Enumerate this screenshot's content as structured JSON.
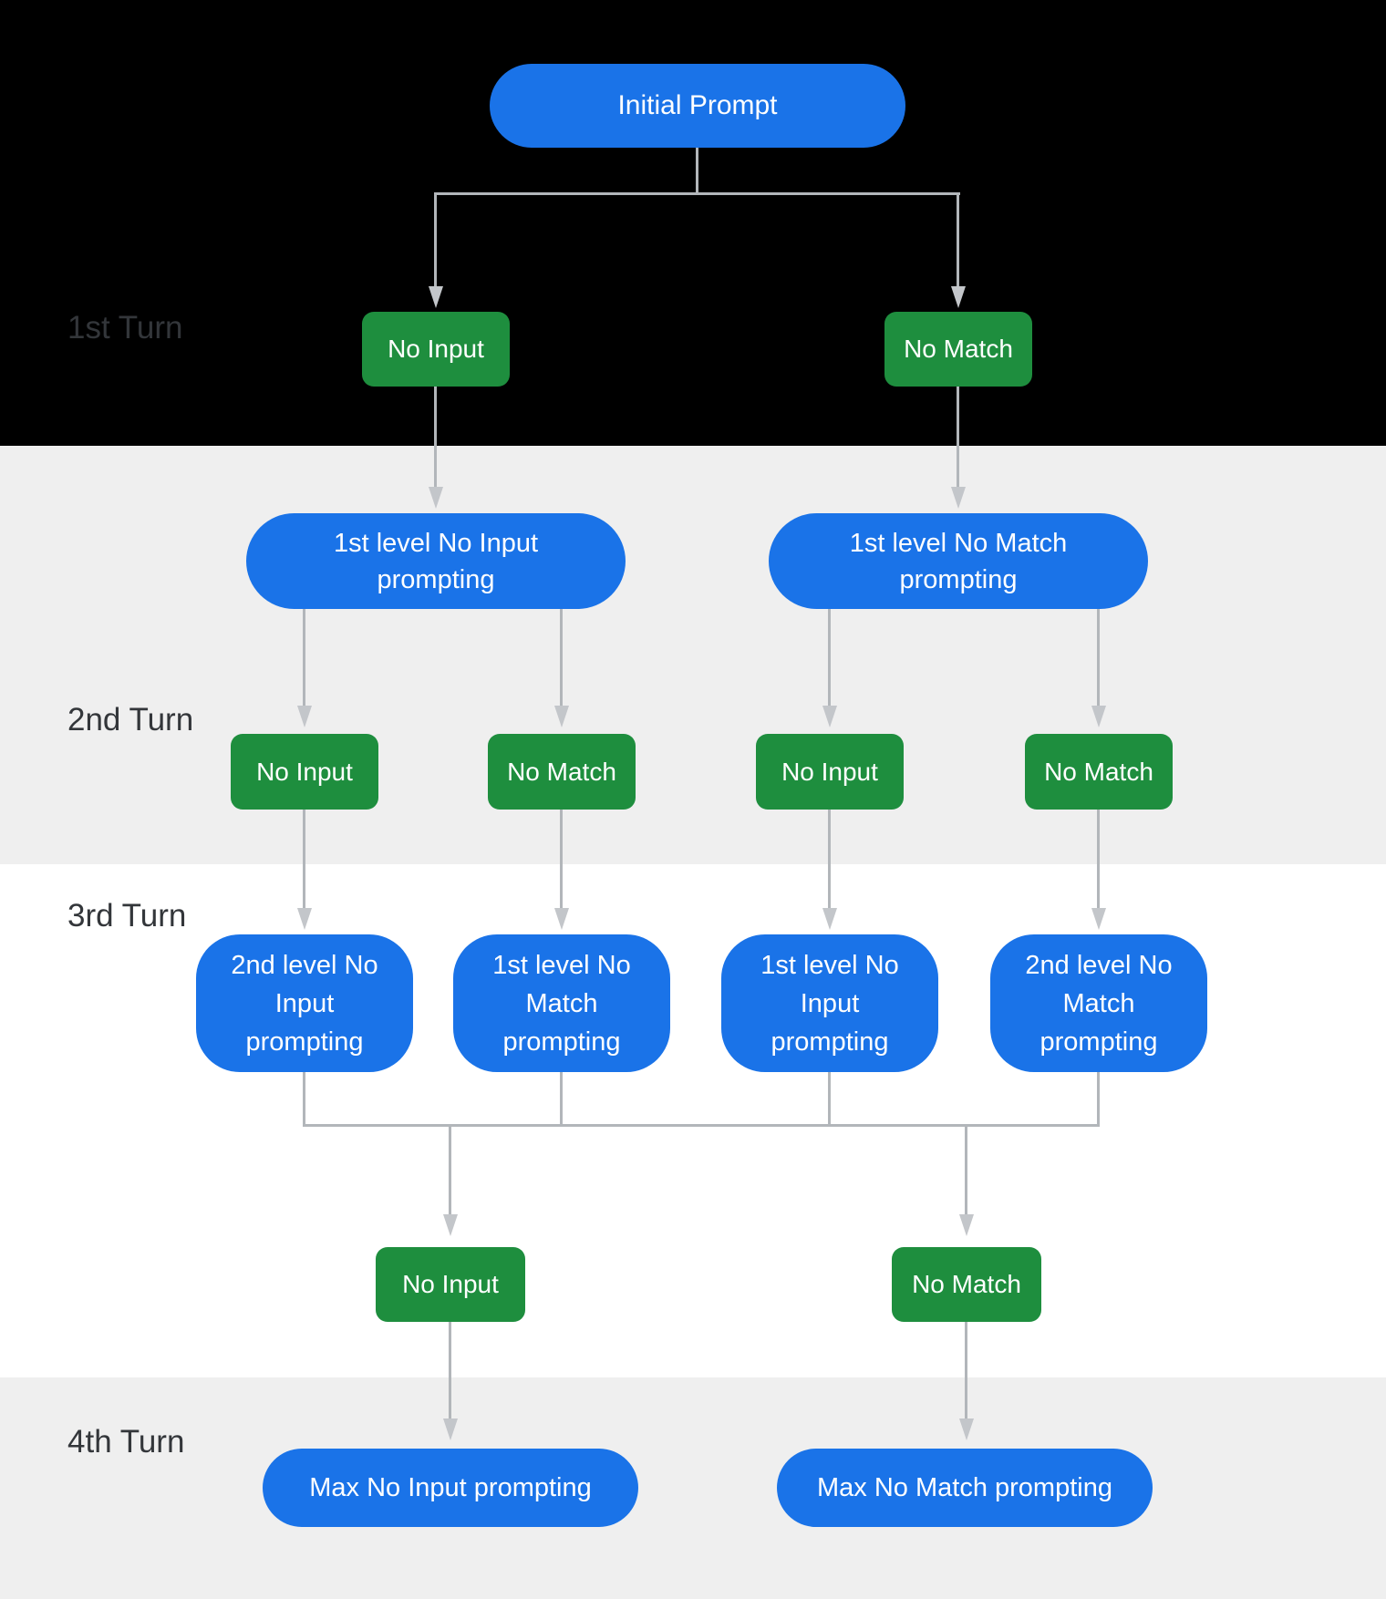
{
  "diagram": {
    "turn_labels": [
      {
        "label": "1st Turn"
      },
      {
        "label": "2nd Turn"
      },
      {
        "label": "3rd Turn"
      },
      {
        "label": "4th Turn"
      }
    ],
    "initial_prompt": {
      "label": "Initial Prompt"
    },
    "turn1_events": [
      {
        "label": "No Input"
      },
      {
        "label": "No Match"
      }
    ],
    "level1_prompts": [
      {
        "label": "1st level No Input prompting"
      },
      {
        "label": "1st level No Match prompting"
      }
    ],
    "turn2_events": [
      {
        "label": "No Input"
      },
      {
        "label": "No Match"
      },
      {
        "label": "No Input"
      },
      {
        "label": "No Match"
      }
    ],
    "turn3_prompts": [
      {
        "label": "2nd level No Input prompting"
      },
      {
        "label": "1st level No Match prompting"
      },
      {
        "label": "1st level No Input prompting"
      },
      {
        "label": "2nd level No Match prompting"
      }
    ],
    "turn4_events": [
      {
        "label": "No Input"
      },
      {
        "label": "No Match"
      }
    ],
    "max_prompts": [
      {
        "label": "Max No Input prompting"
      },
      {
        "label": "Max No Match prompting"
      }
    ]
  },
  "colors": {
    "prompt_blue": "#1a73e8",
    "event_green": "#1e8e3e",
    "connector_line": "#b2b6ba",
    "arrowhead": "#c3c6ca",
    "band_top_black": "#000000",
    "band_alt_gray": "#efefef",
    "band_white": "#ffffff",
    "turn_label_text": "#33363a",
    "node_text": "#ffffff"
  }
}
